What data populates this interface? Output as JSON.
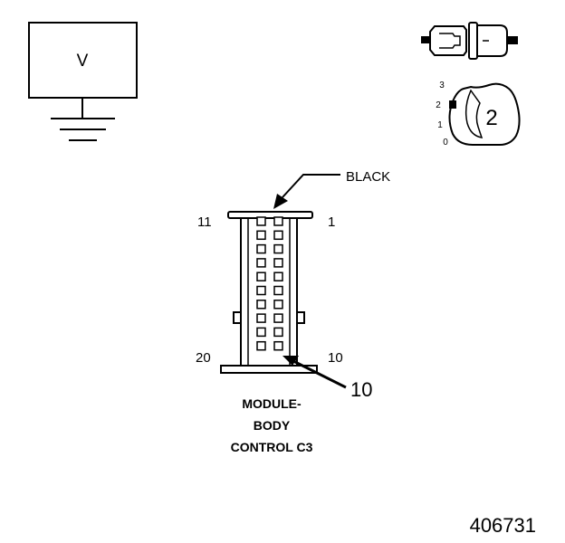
{
  "voltmeter": {
    "label": "V"
  },
  "connector_view": {
    "color_label": "BLACK",
    "pin_left_top": "11",
    "pin_right_top": "1",
    "pin_left_bottom": "20",
    "pin_right_bottom": "10",
    "callout_pin": "10",
    "caption_lines": [
      "MODULE-",
      "BODY",
      "CONTROL C3"
    ]
  },
  "rotary_knob": {
    "scale": [
      "3",
      "2",
      "1",
      "0"
    ],
    "value": "2"
  },
  "figure_number": "406731",
  "icons": [
    "ground-symbol-icon",
    "connector-plug-icon",
    "rotary-switch-icon"
  ]
}
